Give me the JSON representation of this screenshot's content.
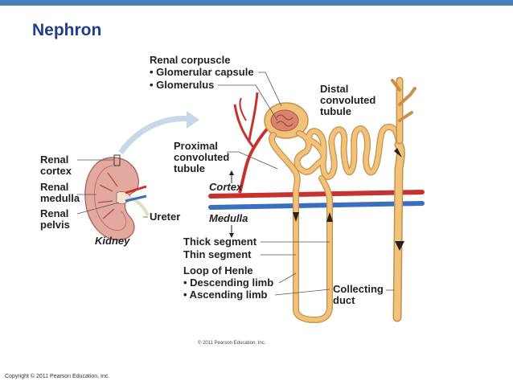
{
  "slide": {
    "title": "Nephron"
  },
  "labels": {
    "renal_corpuscle": "Renal corpuscle",
    "glomerular_capsule": "• Glomerular capsule",
    "glomerulus": "• Glomerulus",
    "distal_tubule": "Distal\nconvoluted\ntubule",
    "proximal_tubule": "Proximal\nconvoluted\ntubule",
    "cortex": "Cortex",
    "medulla": "Medulla",
    "renal_cortex": "Renal\ncortex",
    "renal_medulla": "Renal\nmedulla",
    "renal_pelvis": "Renal\npelvis",
    "ureter": "Ureter",
    "kidney": "Kidney",
    "thick_segment": "Thick segment",
    "thin_segment": "Thin segment",
    "loop_of_henle": "Loop of Henle",
    "descending_limb": "• Descending limb",
    "ascending_limb": "• Ascending limb",
    "collecting_duct": "Collecting\nduct"
  },
  "copyright": {
    "figure": "© 2011 Pearson Education, Inc.",
    "footer": "Copyright © 2011 Pearson Education, Inc."
  },
  "colors": {
    "title": "#1f3f8c",
    "top_bar": "#4a7fb5",
    "tubule": "#f0c27a",
    "tubule_outline": "#c8904a",
    "artery": "#c8322e",
    "vein": "#3a6fc0",
    "kidney": "#d98c88"
  }
}
